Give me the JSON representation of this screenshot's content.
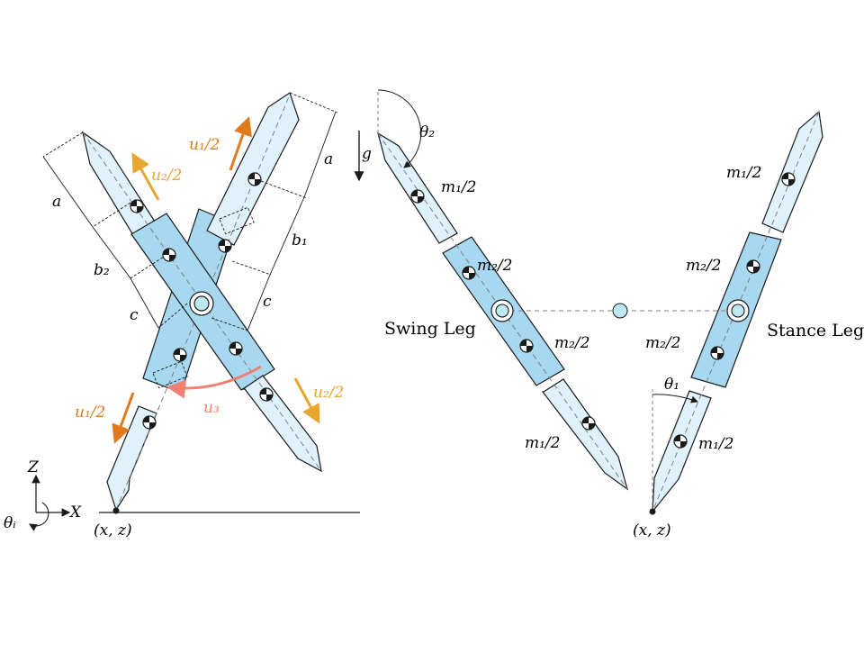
{
  "colors": {
    "link_fill": "#dff1fb",
    "thigh_fill": "#a8d8f0",
    "outline": "#1a1a1a",
    "centerline": "#7f7f7f",
    "orange_dark": "#e07a1f",
    "orange_light": "#e8a530",
    "torque": "#f08070",
    "hip_mass": "#bfe9f2"
  },
  "left": {
    "a_top": "a",
    "a_left": "a",
    "b1": "b₁",
    "b2": "b₂",
    "c_right": "c",
    "c_left": "c",
    "u1_top": "u₁/2",
    "u2_top": "u₂/2",
    "u1_bottom": "u₁/2",
    "u2_bottom": "u₂/2",
    "u3": "u₃",
    "axis_z": "Z",
    "axis_x": "X",
    "theta_i": "θᵢ",
    "origin": "(x, z)"
  },
  "right": {
    "theta2": "θ₂",
    "g": "g",
    "m1_swing_top": "m₁/2",
    "m2_swing_top": "m₂/2",
    "m2_swing_bottom": "m₂/2",
    "m1_swing_bottom": "m₁/2",
    "swing_leg": "Swing Leg",
    "stance_leg": "Stance Leg",
    "m1_stance_top": "m₁/2",
    "m2_stance_top": "m₂/2",
    "m2_stance_bottom": "m₂/2",
    "theta1": "θ₁",
    "m1_stance_bottom": "m₁/2",
    "origin": "(x, z)"
  }
}
